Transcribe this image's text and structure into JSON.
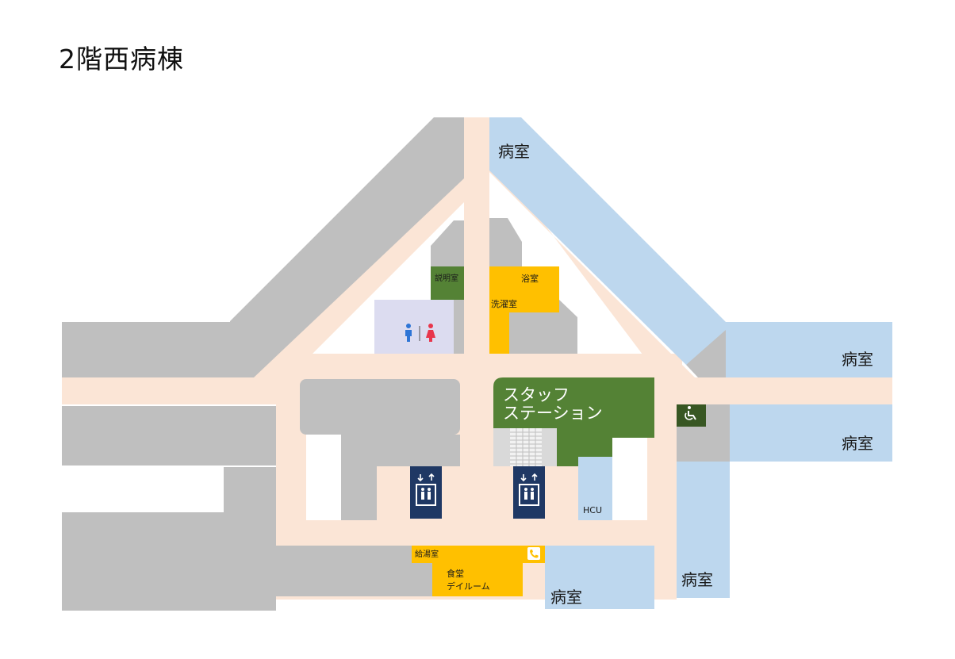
{
  "title": "2階西病棟",
  "colors": {
    "corridor": "#fbe5d6",
    "block": "#bfbfbf",
    "ward": "#bdd7ee",
    "service": "#ffc000",
    "green": "#548235",
    "darkgreen": "#385723",
    "navy": "#1f3864",
    "restroom": "#dcdcf0",
    "male": "#2e75d6",
    "female": "#e8364c"
  },
  "rooms": {
    "ward_top": "病室",
    "ward_right_upper": "病室",
    "ward_right_mid": "病室",
    "ward_right_lower": "病室",
    "ward_bottom": "病室",
    "explanation": "説明室",
    "bath": "浴室",
    "laundry": "洗濯室",
    "staff_station_line1": "スタッフ",
    "staff_station_line2": "ステーション",
    "hcu": "HCU",
    "pantry": "給湯室",
    "dining_line1": "食堂",
    "dining_line2": "デイルーム"
  },
  "icons": {
    "restroom": "restroom-icon",
    "elevator": "elevator-icon",
    "wheelchair": "wheelchair-icon",
    "phone": "phone-icon",
    "stairs": "stairs-icon"
  }
}
